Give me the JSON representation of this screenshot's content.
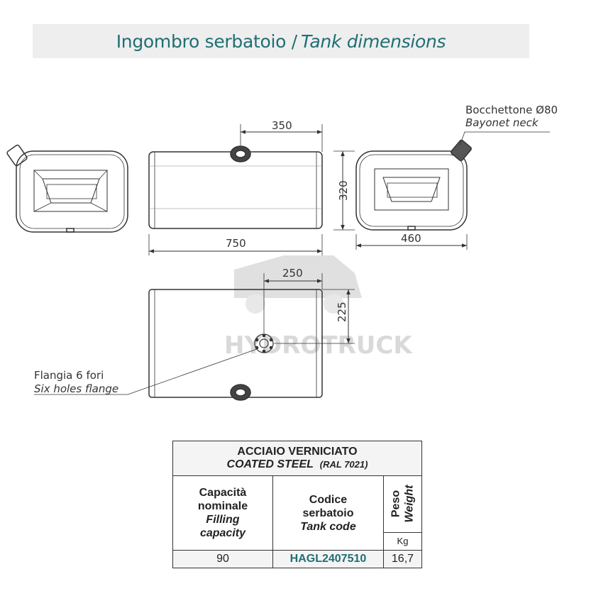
{
  "title": {
    "main": "Ingombro serbatoio / ",
    "italic": "Tank dimensions"
  },
  "colors": {
    "accent": "#1f6f73",
    "title_bg": "#eeeeee",
    "line": "#333333"
  },
  "dimensions": {
    "top_cap_offset": "350",
    "length": "750",
    "height": "320",
    "depth": "460",
    "flange_offset_x": "250",
    "flange_offset_y": "225"
  },
  "labels": {
    "neck_it": "Bocchettone Ø80",
    "neck_en": "Bayonet neck",
    "flange_it": "Flangia 6 fori",
    "flange_en": "Six holes flange"
  },
  "watermark": "HYDROTRUCK",
  "table": {
    "header_line1": "ACCIAIO VERNICIATO",
    "header_line2": "COATED STEEL",
    "header_ral": "(RAL 7021)",
    "col1_it_1": "Capacità",
    "col1_it_2": "nominale",
    "col1_en_1": "Filling",
    "col1_en_2": "capacity",
    "col2_it_1": "Codice",
    "col2_it_2": "serbatoio",
    "col2_en": "Tank code",
    "col3_it": "Peso",
    "col3_en": "Weight",
    "unit": "Kg",
    "row": {
      "capacity": "90",
      "code": "HAGL2407510",
      "weight": "16,7"
    }
  }
}
